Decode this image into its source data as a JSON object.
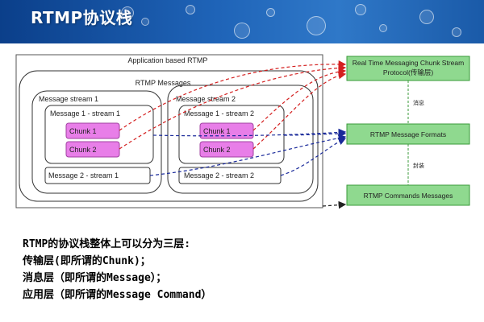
{
  "slide": {
    "title": "RTMP协议栈"
  },
  "diagram": {
    "outer_label": "Application based RTMP",
    "messages_label": "RTMP Messages",
    "stream1": {
      "label": "Message stream  1",
      "msg1": "Message 1 - stream 1",
      "chunk1": "Chunk 1",
      "chunk2": "Chunk 2",
      "msg2": "Message 2 - stream 1"
    },
    "stream2": {
      "label": "Message stream 2",
      "msg1": "Message 1 - stream 2",
      "chunk1": "Chunk 1",
      "chunk2": "Chunk 2",
      "msg2": "Message 2 - stream 2"
    },
    "layers": {
      "chunk_stream_line1": "Real Time Messaging Chunk Stream",
      "chunk_stream_line2": "Protocol(传输层)",
      "message_formats": "RTMP Message Formats",
      "commands": "RTMP Commands Messages"
    },
    "side_labels": {
      "upper": "消息",
      "lower": "封装"
    },
    "colors": {
      "layer_box_fill": "#8fd98f",
      "layer_box_stroke": "#3a9a3a",
      "chunk_fill": "#e87ee8",
      "red_arrow": "#d42020",
      "blue_arrow": "#1a2a9a"
    }
  },
  "text": {
    "line1": "RTMP的协议栈整体上可以分为三层:",
    "line2": "传输层(即所谓的Chunk)；",
    "line3": "消息层（即所谓的Message）；",
    "line4": "应用层（即所谓的Message Command）"
  }
}
